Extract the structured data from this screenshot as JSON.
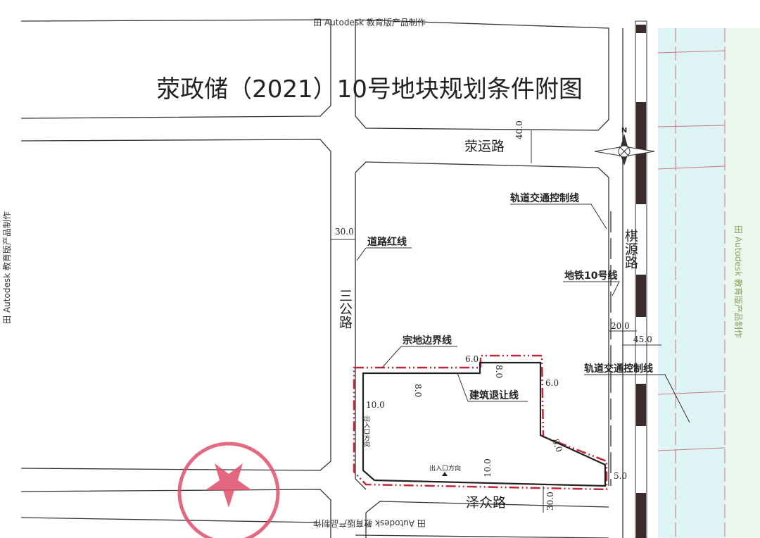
{
  "title": "荥政储（2021）10号地块规划条件附图",
  "watermarks": {
    "top": "田 Autodesk 教育版产品制作",
    "bottom": "田 Autodesk 教育版产品制作",
    "left": "田 Autodesk 教育版产品制作",
    "right": "田 Autodesk 教育版产品制作"
  },
  "north_label": "N",
  "roads": {
    "top": "荥运路",
    "left": "三公路",
    "right": "棋源路",
    "bottom": "泽众路"
  },
  "labels": {
    "rail_control_line_top": "轨道交通控制线",
    "road_red_line": "道路红线",
    "metro_line": "地铁10号线",
    "parcel_boundary": "宗地边界线",
    "building_setback": "建筑退让线",
    "rail_control_line_right": "轨道交通控制线",
    "entrance_left": "出入口方向",
    "entrance_bottom": "出入口方向"
  },
  "dimensions": {
    "top_road_width": "40.0",
    "left_road_width": "30.0",
    "rail_offset": "20.0",
    "rail_width": "45.0",
    "setback_top_left": "8.0",
    "setback_notch": "6.0",
    "setback_top_right": "8.0",
    "setback_right": "6.0",
    "setback_left": "10.0",
    "setback_diagonal": "8.0",
    "setback_bottom": "10.0",
    "setback_corner": "5.0",
    "bottom_road_width": "30.0"
  },
  "colors": {
    "boundary": "#c0283a",
    "stamp": "#e0506a",
    "rail_strip": "#cfeef0"
  }
}
